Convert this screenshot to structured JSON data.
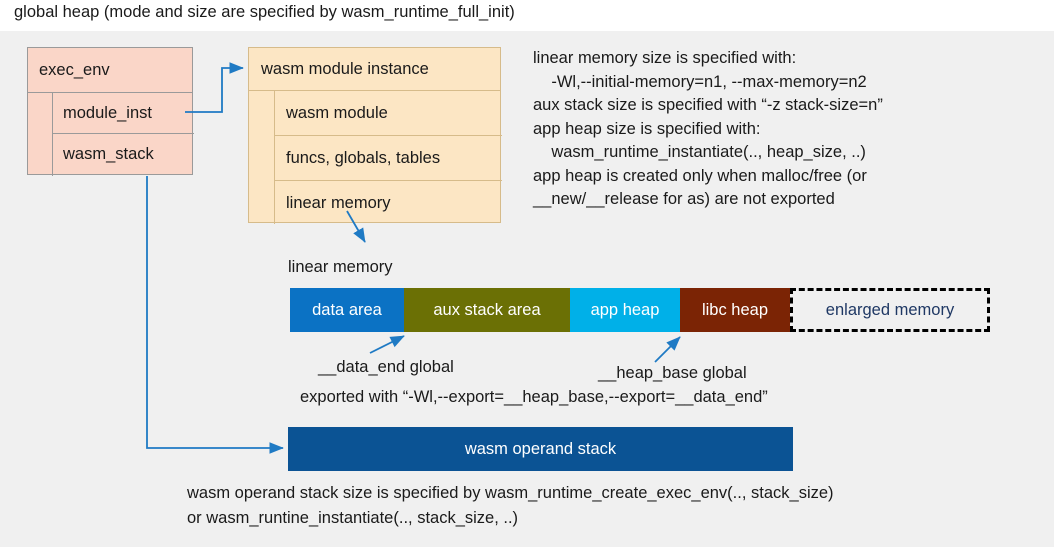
{
  "title": "global heap (mode and size are specified by wasm_runtime_full_init)",
  "exec_env": {
    "header": "exec_env",
    "fields": [
      {
        "label": "module_inst"
      },
      {
        "label": "wasm_stack"
      }
    ]
  },
  "module_instance": {
    "header": "wasm module instance",
    "fields": [
      {
        "label": "wasm module"
      },
      {
        "label": "funcs, globals, tables"
      },
      {
        "label": "linear memory"
      }
    ]
  },
  "notes": "linear memory size is specified with:\n    -Wl,--initial-memory=n1, --max-memory=n2\naux stack size is specified with “-z stack-size=n”\napp heap size is specified with:\n    wasm_runtime_instantiate(.., heap_size, ..)\napp heap is created only when malloc/free (or\n__new/__release for as) are not exported",
  "linear_memory": {
    "label": "linear memory",
    "segments": [
      {
        "label": "data area",
        "color": "#0b72c4",
        "text_color": "#ffffff"
      },
      {
        "label": "aux stack area",
        "color": "#6b7005",
        "text_color": "#ffffff"
      },
      {
        "label": "app heap",
        "color": "#00b0e8",
        "text_color": "#ffffff"
      },
      {
        "label": "libc heap",
        "color": "#7b2405",
        "text_color": "#ffffff"
      },
      {
        "label": "enlarged memory",
        "color": "#f0f0f0",
        "text_color": "#1f3864"
      }
    ]
  },
  "callouts": {
    "data_end": "__data_end global",
    "heap_base": "__heap_base global",
    "exported": "exported with “-Wl,--export=__heap_base,--export=__data_end”"
  },
  "operand_stack": {
    "label": "wasm operand stack",
    "color": "#0b5394",
    "note": "wasm operand stack size is specified by wasm_runtime_create_exec_env(.., stack_size)\nor wasm_runtine_instantiate(.., stack_size, ..)"
  },
  "colors": {
    "background": "#f0f0f0",
    "arrow": "#1f7ac4",
    "exec_env_fill": "#fad6c8",
    "module_instance_fill": "#fce6c4"
  }
}
